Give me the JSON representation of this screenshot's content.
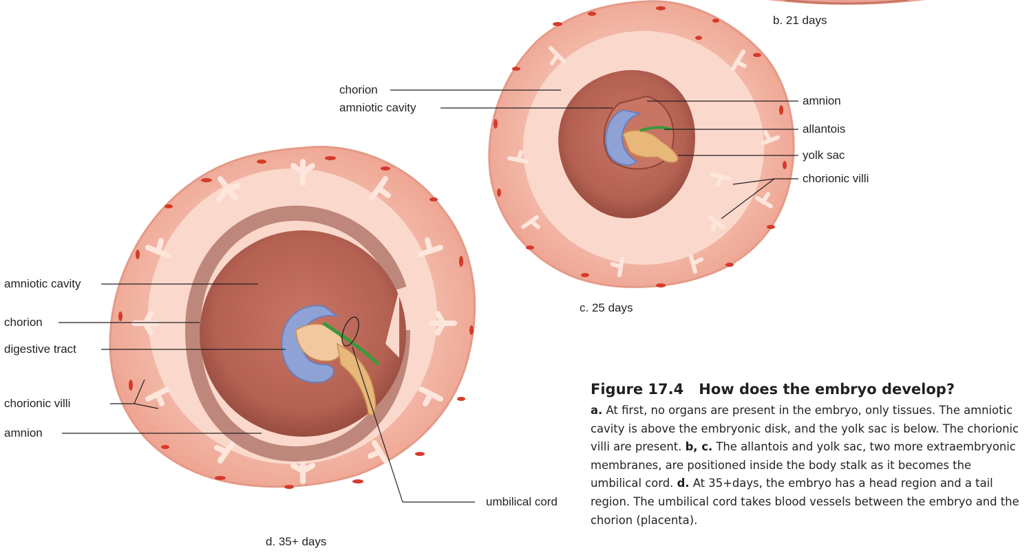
{
  "panel_b": {
    "caption": "b. 21 days"
  },
  "panel_c": {
    "caption": "c. 25 days",
    "labels": {
      "chorion": "chorion",
      "amniotic_cavity": "amniotic cavity",
      "amnion": "amnion",
      "allantois": "allantois",
      "yolk_sac": "yolk sac",
      "chorionic_villi": "chorionic villi"
    }
  },
  "panel_d": {
    "caption": "d. 35+ days",
    "labels": {
      "amniotic_cavity": "amniotic cavity",
      "chorion": "chorion",
      "digestive_tract": "digestive tract",
      "chorionic_villi": "chorionic villi",
      "amnion": "amnion",
      "umbilical_cord": "umbilical cord"
    }
  },
  "figure": {
    "number": "Figure 17.4",
    "title": "How does the embryo develop?",
    "parts": [
      {
        "key": "a.",
        "text": " At first, no organs are present in the embryo, only tissues. The amniotic cavity is above the embryonic disk, and the yolk sac is below. The chorionic villi are present. "
      },
      {
        "key": "b, c.",
        "text": " The allantois and yolk sac, two more extraembryonic membranes, are positioned inside the body stalk as it becomes the umbilical cord. "
      },
      {
        "key": "d.",
        "text": " At 35+days, the embryo has a head region and a tail region. The umbilical cord takes blood vessels between the embryo and the chorion (placenta)."
      }
    ]
  },
  "colors": {
    "chorion_outer": "#f2b4a4",
    "chorion_light": "#fbdcd0",
    "villi": "#fde6dc",
    "blood": "#d63a2a",
    "cavity": "#b36355",
    "cavity_dark": "#8d4538",
    "embryo_blue": "#8fa2d6",
    "yolk": "#e8b77a",
    "allantois_green": "#3a9a3a"
  }
}
